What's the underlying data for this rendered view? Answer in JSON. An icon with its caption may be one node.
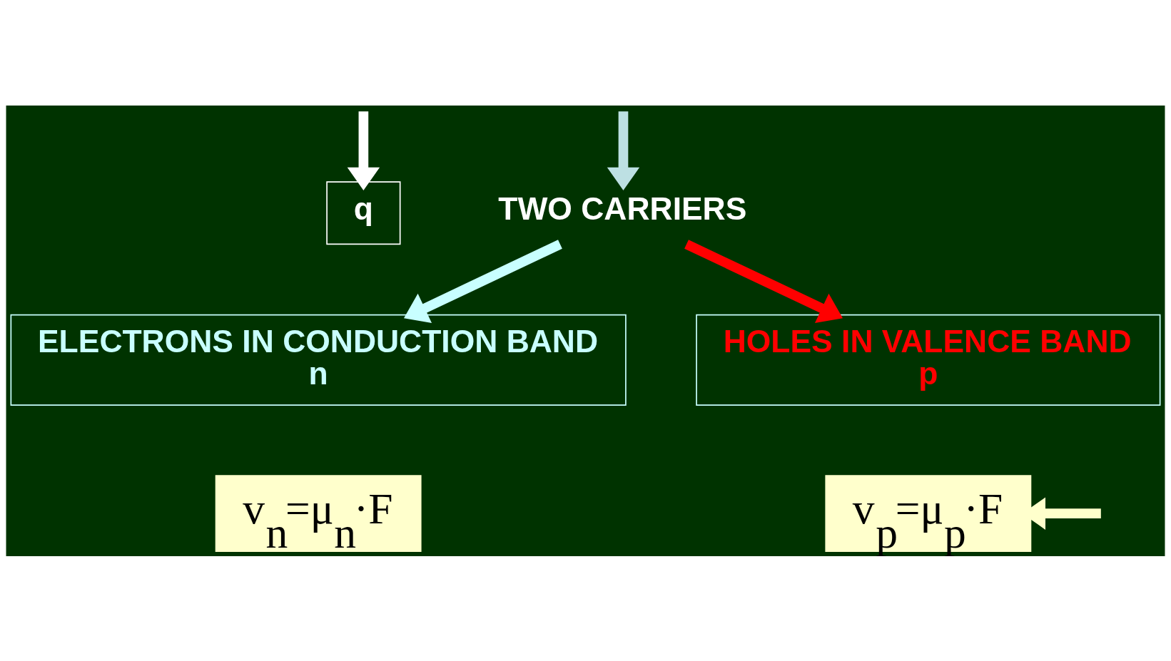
{
  "diagram": {
    "nodes": [
      {
        "text": [
          "q"
        ]
      },
      {
        "text": [
          "TWO CARRIERS"
        ]
      },
      {
        "text": [
          "ELECTRONS IN CONDUCTION BAND",
          "n"
        ]
      },
      {
        "text": [
          "HOLES IN VALENCE BAND",
          "p"
        ]
      },
      {
        "text": [
          "v$_{n}$=μ$_{n}$·F"
        ]
      },
      {
        "text": [
          "v$_{p}$=μ$_{p}$·F"
        ]
      }
    ],
    "edges": [
      {
        "from": null,
        "to": 0,
        "arrow": "to",
        "color": "#ffffff"
      },
      {
        "from": null,
        "to": 1,
        "arrow": "to",
        "color": "#bde0e3"
      },
      {
        "from": 1,
        "to": 2,
        "arrow": "to",
        "color": "#c8ffff"
      },
      {
        "from": 1,
        "to": 3,
        "arrow": "to",
        "color": "#ff0000"
      },
      {
        "from": null,
        "to": 5,
        "arrow": "to",
        "color": "#ffffcc"
      }
    ]
  }
}
